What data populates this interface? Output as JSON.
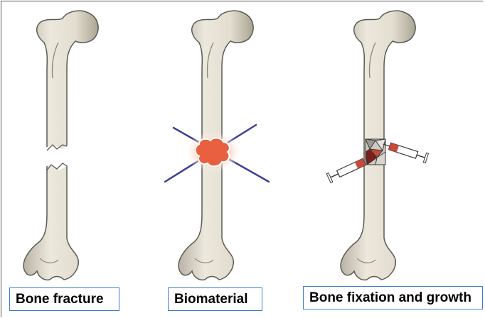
{
  "panels": [
    {
      "id": "fracture",
      "caption": "Bone fracture"
    },
    {
      "id": "biomaterial",
      "caption": "Biomaterial"
    },
    {
      "id": "fixation",
      "caption": "Bone fixation and growth"
    }
  ],
  "colors": {
    "bone_fill": "#e4dfd2",
    "bone_outline": "#5c5a54",
    "biomaterial": "#e8603f",
    "scaffold_rods": "#3c3f96",
    "caption_border": "#3d7bd0"
  }
}
